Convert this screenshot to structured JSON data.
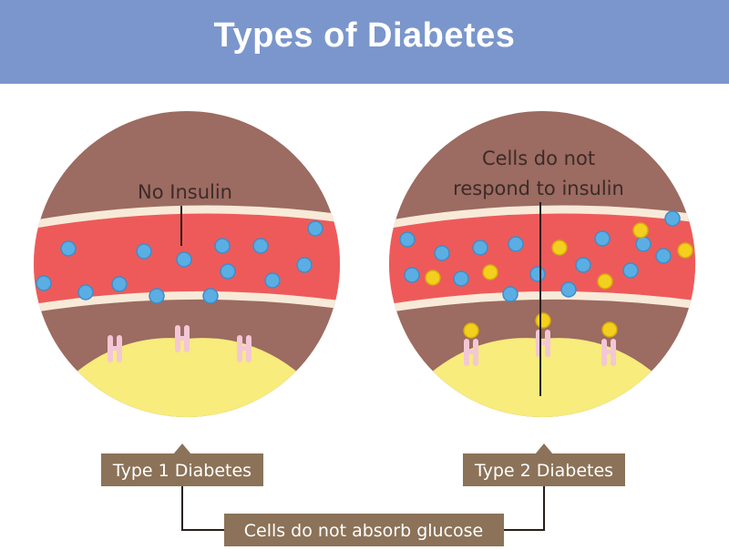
{
  "title": "Types of Diabetes",
  "left_panel": {
    "annotation": "No Insulin",
    "type_label": "Type 1 Diabetes"
  },
  "right_panel": {
    "annotation_line1": "Cells do not",
    "annotation_line2": "respond to insulin",
    "type_label": "Type 2 Diabetes"
  },
  "bottom_label": "Cells do not absorb glucose",
  "colors": {
    "header": "#7a96cc",
    "tissue": "#9c6b61",
    "blood_vessel": "#ee5a5a",
    "vessel_wall": "#f8ead8",
    "cell": "#f7ec7c",
    "glucose": "#5aaee3",
    "insulin": "#f3cf1e",
    "receptor": "#f3c7d6",
    "label_box": "#8b7258"
  }
}
